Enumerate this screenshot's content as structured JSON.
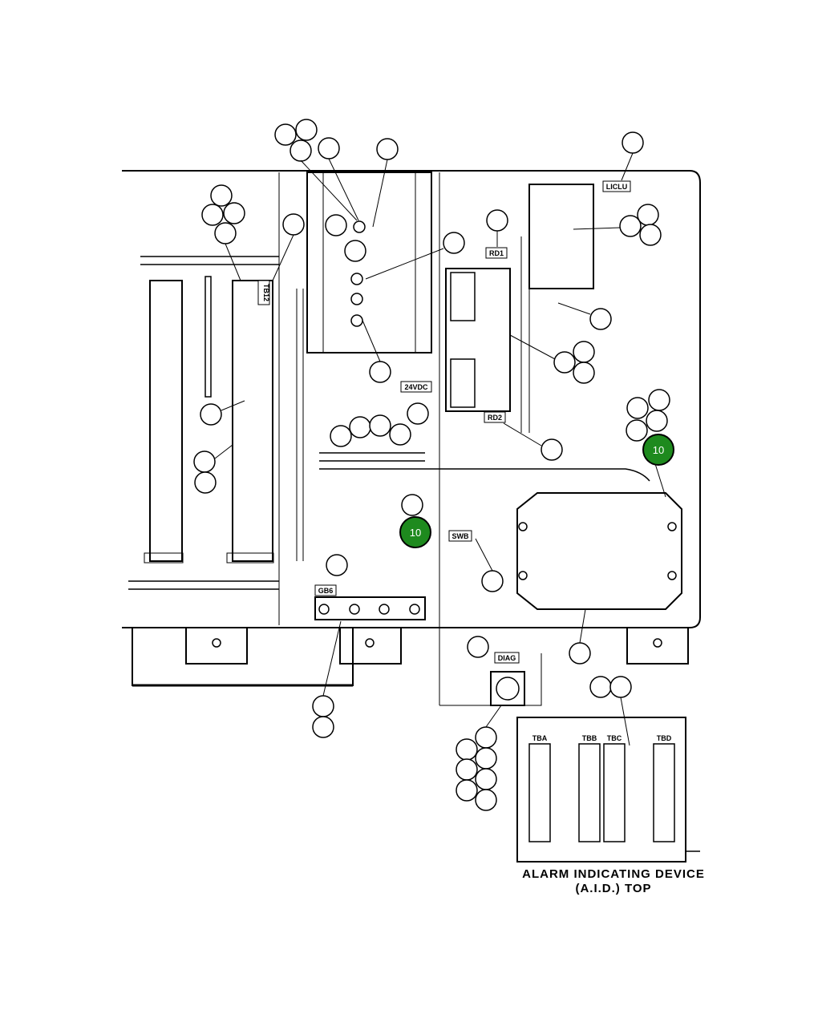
{
  "labels": {
    "tb12": "TB12",
    "rd1": "RD1",
    "rd2": "RD2",
    "vdc": "24VDC",
    "swb": "SWB",
    "gb6": "GB6",
    "diag": "DIAG",
    "top_right_box": "LICLU",
    "tba": "TBA",
    "tbb": "TBB",
    "tbc": "TBC",
    "tbd": "TBD"
  },
  "callouts": {
    "highlight_value": "10",
    "highlight_color": "#1e8a1e"
  },
  "aid": {
    "title_line1": "ALARM INDICATING DEVICE",
    "title_line2": "(A.I.D.) TOP"
  }
}
